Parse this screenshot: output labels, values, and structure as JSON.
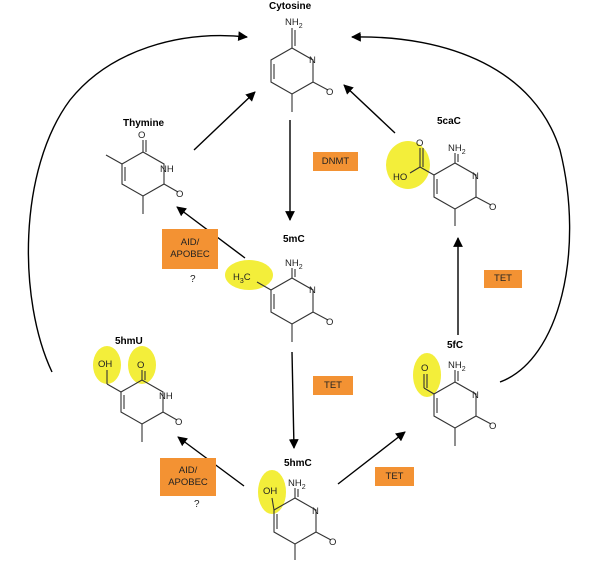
{
  "molecules": {
    "cytosine": "Cytosine",
    "thymine": "Thymine",
    "fivemc": "5mC",
    "fivecac": "5caC",
    "fivehmu": "5hmU",
    "fivefc": "5fC",
    "fivehmc": "5hmC"
  },
  "enzymes": {
    "dnmt": "DNMT",
    "aid_top_1": "AID/",
    "aid_top_2": "APOBEC",
    "tet_left": "TET",
    "tet_right_upper": "TET",
    "tet_bottom_right": "TET",
    "aid_bottom_1": "AID/",
    "aid_bottom_2": "APOBEC"
  },
  "uncertain": {
    "top": "?",
    "bottom": "?"
  },
  "atoms": {
    "nh": "NH",
    "nh2_base": "NH",
    "sub2": "2",
    "n": "N",
    "o": "O",
    "ho": "HO",
    "oh": "OH",
    "h3c_h": "H",
    "h3c_3": "3",
    "h3c_c": "C"
  },
  "colors": {
    "enzyme_box": "#f39233",
    "highlight": "#f3ee3a"
  }
}
